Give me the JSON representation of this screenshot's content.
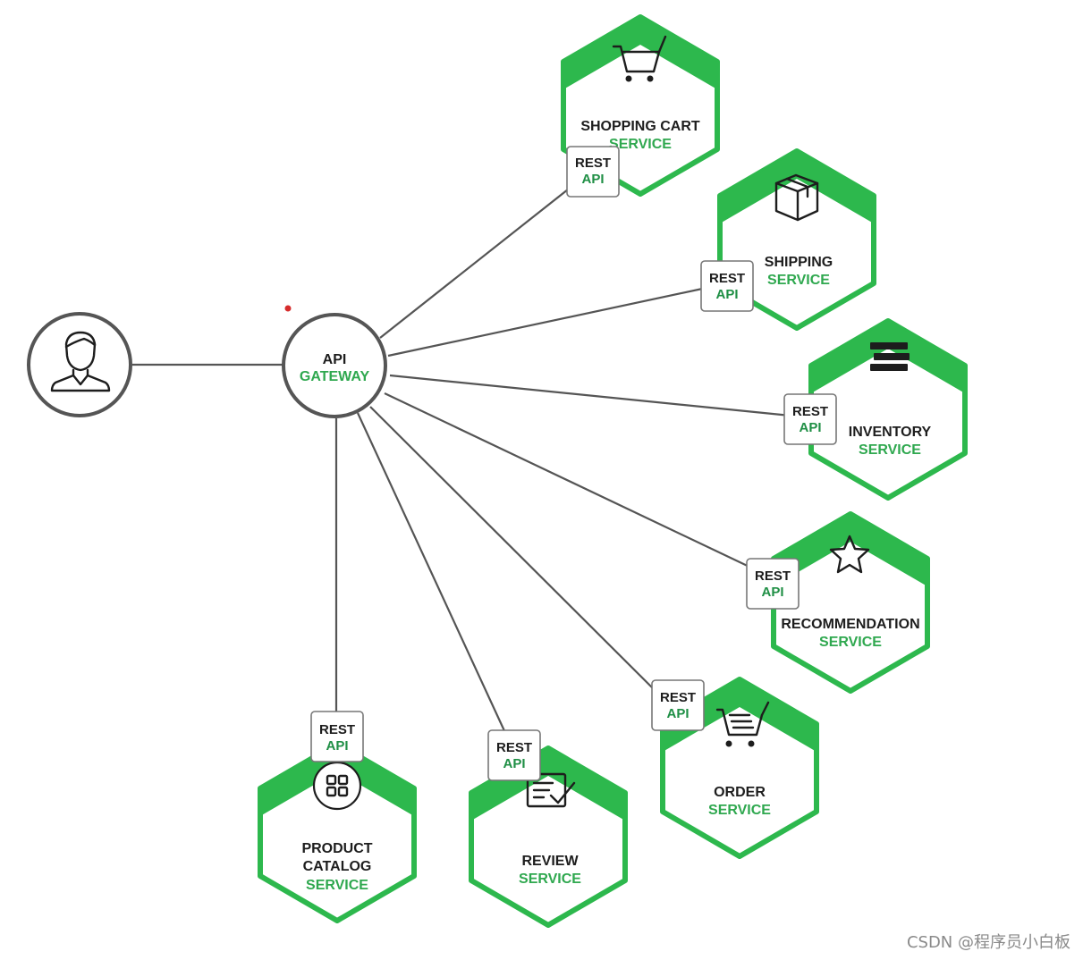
{
  "client": {
    "icon": "user-icon"
  },
  "gateway": {
    "line1": "API",
    "line2": "GATEWAY"
  },
  "badge": {
    "line1": "REST",
    "line2": "API"
  },
  "services": [
    {
      "id": "shopping-cart",
      "name_lines": [
        "SHOPPING CART"
      ],
      "sub": "SERVICE",
      "icon": "shopping-cart-icon"
    },
    {
      "id": "shipping",
      "name_lines": [
        "SHIPPING"
      ],
      "sub": "SERVICE",
      "icon": "package-box-icon"
    },
    {
      "id": "inventory",
      "name_lines": [
        "INVENTORY"
      ],
      "sub": "SERVICE",
      "icon": "stacked-bars-icon"
    },
    {
      "id": "recommendation",
      "name_lines": [
        "RECOMMENDATION"
      ],
      "sub": "SERVICE",
      "icon": "star-icon"
    },
    {
      "id": "order",
      "name_lines": [
        "ORDER"
      ],
      "sub": "SERVICE",
      "icon": "cart-with-list-icon"
    },
    {
      "id": "review",
      "name_lines": [
        "REVIEW"
      ],
      "sub": "SERVICE",
      "icon": "checklist-icon"
    },
    {
      "id": "product-catalog",
      "name_lines": [
        "PRODUCT",
        "CATALOG"
      ],
      "sub": "SERVICE",
      "icon": "grid-icon"
    }
  ],
  "watermark": "CSDN @程序员小白板",
  "colors": {
    "green": "#2db84d",
    "dark": "#1d1d1d",
    "line": "#555555"
  }
}
